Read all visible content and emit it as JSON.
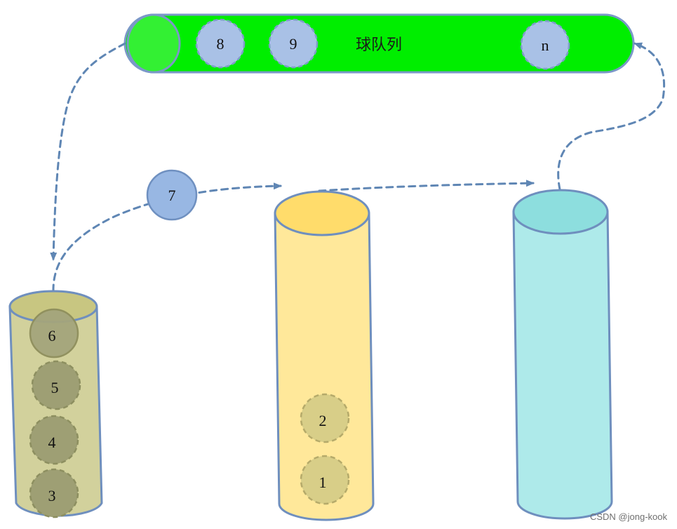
{
  "queue": {
    "label": "球队列",
    "color": "#00ee00",
    "balls": [
      "8",
      "9",
      "n"
    ]
  },
  "moving_ball": "7",
  "stacks": {
    "left": {
      "color": "#d2d19c",
      "balls": [
        "6",
        "5",
        "4",
        "3"
      ]
    },
    "middle": {
      "color": "#ffe89a",
      "balls": [
        "2",
        "1"
      ]
    },
    "right": {
      "color": "#aeeaea",
      "balls": []
    }
  },
  "arrow_color": "#5f86b4",
  "watermark": "CSDN @jong-kook"
}
